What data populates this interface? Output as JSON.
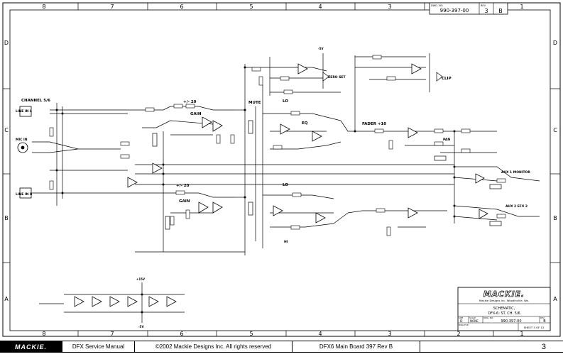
{
  "doc": {
    "number_label": "DWG. NO.",
    "number": "990-397-00",
    "rev_label": "REV",
    "sheet_no": "3",
    "rev": "B"
  },
  "grid": {
    "columns": [
      "8",
      "7",
      "6",
      "5",
      "4",
      "3",
      "2",
      "1"
    ],
    "rows": [
      "D",
      "C",
      "B",
      "A"
    ]
  },
  "labels": {
    "channel": "CHANNEL 5/6",
    "line_in_l": "LINE IN L",
    "mic_in": "MIC IN",
    "line_in_r": "LINE IN R",
    "gain_top": "GAIN",
    "gain_bottom": "GAIN",
    "pm20_top": "+/- 20",
    "pm20_bottom": "+/- 20",
    "mute": "MUTE",
    "lo_top": "LO",
    "lo_bottom": "LO",
    "eq": "EQ",
    "hi": "HI",
    "zero_set": "ZERO SET",
    "clip": "CLIP",
    "fader": "FADER +10",
    "pan": "PAN",
    "aux1": "AUX 1 MONITOR",
    "aux2": "AUX 2 EFX 2",
    "n5v_top": "-5V",
    "n5v_bottom": "-5V",
    "p15v": "+15V"
  },
  "title_block": {
    "logo": "MACKIE.",
    "company": "Mackie Designs Inc.  Woodinville, Wa.",
    "line1": "SCHEMATIC,",
    "line2": "DFX-6: ST. CH. 5/6",
    "size_label": "SIZE",
    "size": "D",
    "scale_label": "SCALE",
    "scale": "NONE",
    "dwg_label": "DWG. NO.",
    "dwg": "990-397-00",
    "rev_label": "REV.",
    "rev": "B",
    "file_label": "DWG FILE",
    "sheet": "SHEET 3 OF 13"
  },
  "footer": {
    "brand": "MACKIE.",
    "manual": "DFX Service Manual",
    "copyright": "©2002 Mackie Designs Inc. All rights reserved",
    "board": "DFX6 Main Board 397 Rev B",
    "page": "3"
  },
  "colors": {
    "ink": "#000000",
    "paper": "#ffffff"
  }
}
